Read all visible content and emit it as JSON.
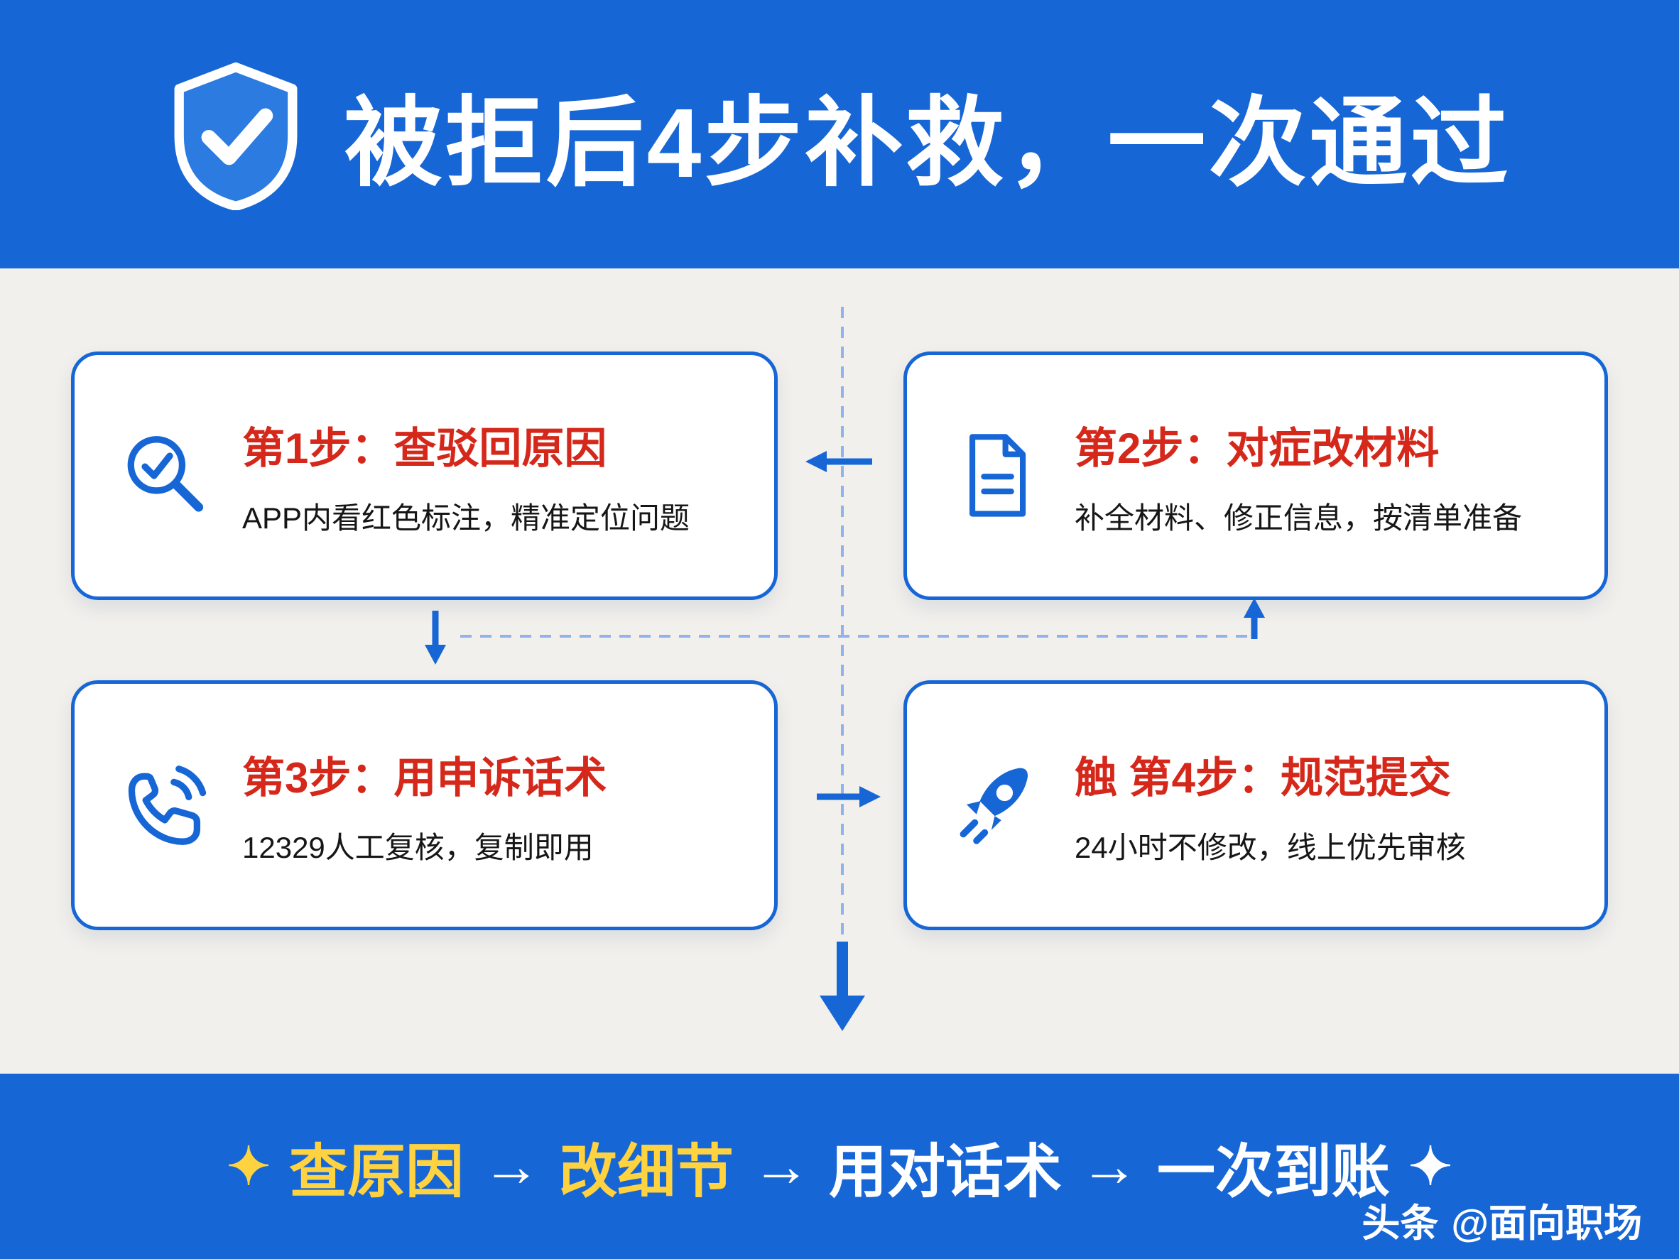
{
  "header": {
    "title": "被拒后4步补救，一次通过"
  },
  "cards": [
    {
      "icon": "magnifier-check-icon",
      "title": "第1步：查驳回原因",
      "subtitle": "APP内看红色标注，精准定位问题"
    },
    {
      "icon": "document-icon",
      "title": "第2步：对症改材料",
      "subtitle": "补全材料、修正信息，按清单准备"
    },
    {
      "icon": "phone-icon",
      "title": "第3步：用申诉话术",
      "subtitle": "12329人工复核，复制即用"
    },
    {
      "icon": "rocket-icon",
      "title": "触 第4步：规范提交",
      "subtitle": "24小时不修改，线上优先审核"
    }
  ],
  "footer": {
    "sparkle_left": "✦",
    "sparkle_right": "✦",
    "segments": [
      {
        "text": "查原因",
        "style": "yellow"
      },
      {
        "text": "→",
        "style": "white"
      },
      {
        "text": "改细节",
        "style": "yellow"
      },
      {
        "text": "→",
        "style": "white"
      },
      {
        "text": "用对话术",
        "style": "white"
      },
      {
        "text": "→",
        "style": "white"
      },
      {
        "text": "一次到账",
        "style": "white"
      }
    ],
    "watermark_logo": "头条",
    "watermark_handle": "@面向职场"
  },
  "colors": {
    "accent_blue": "#1766d6",
    "light_background": "#f2f0ec",
    "title_red": "#d5281b",
    "highlight_yellow": "#ffd23f",
    "card_background": "#ffffff"
  }
}
